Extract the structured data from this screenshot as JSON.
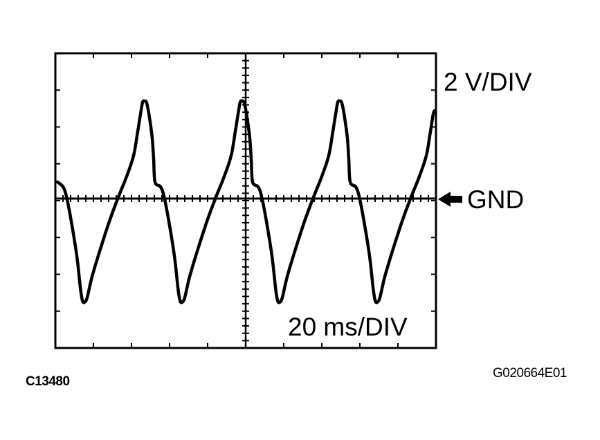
{
  "scope": {
    "volts_per_div_label": "2 V/DIV",
    "time_per_div_label": "20 ms/DIV",
    "ground_marker_label": "GND",
    "ground_marker_icon": "left-arrow-icon",
    "trace_color": "#000000"
  },
  "figure_codes": {
    "left": "C13480",
    "right": "G020664E01"
  }
}
